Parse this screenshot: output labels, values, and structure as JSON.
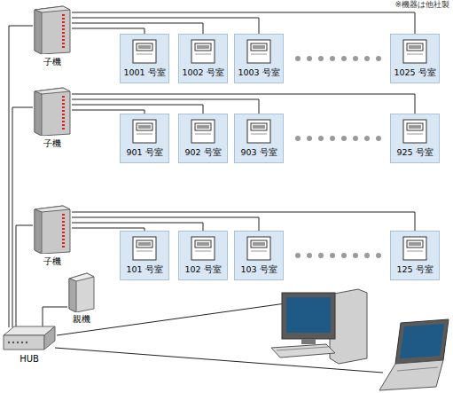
{
  "diagram": {
    "nodes": [
      {
        "text": [
          "子機"
        ]
      },
      {
        "text": [
          "1001 号室"
        ]
      },
      {
        "text": [
          "1002 号室"
        ]
      },
      {
        "text": [
          "1003 号室"
        ]
      },
      {
        "text": [
          "1025 号室"
        ]
      },
      {
        "text": [
          "子機"
        ]
      },
      {
        "text": [
          "901 号室"
        ]
      },
      {
        "text": [
          "902 号室"
        ]
      },
      {
        "text": [
          "903 号室"
        ]
      },
      {
        "text": [
          "925 号室"
        ]
      },
      {
        "text": [
          "子機"
        ]
      },
      {
        "text": [
          "101 号室"
        ]
      },
      {
        "text": [
          "102 号室"
        ]
      },
      {
        "text": [
          "103 号室"
        ]
      },
      {
        "text": [
          "125 号室"
        ]
      },
      {
        "text": [
          "親機"
        ]
      },
      {
        "text": [
          "HUB"
        ]
      }
    ],
    "edges": [
      {
        "from": 0,
        "to": 1,
        "arrow": "none"
      },
      {
        "from": 0,
        "to": 2,
        "arrow": "none"
      },
      {
        "from": 0,
        "to": 3,
        "arrow": "none"
      },
      {
        "from": 0,
        "to": 4,
        "arrow": "none"
      },
      {
        "from": 0,
        "to": 16,
        "arrow": "none"
      },
      {
        "from": 5,
        "to": 6,
        "arrow": "none"
      },
      {
        "from": 5,
        "to": 7,
        "arrow": "none"
      },
      {
        "from": 5,
        "to": 8,
        "arrow": "none"
      },
      {
        "from": 5,
        "to": 9,
        "arrow": "none"
      },
      {
        "from": 5,
        "to": 16,
        "arrow": "none"
      },
      {
        "from": 10,
        "to": 11,
        "arrow": "none"
      },
      {
        "from": 10,
        "to": 12,
        "arrow": "none"
      },
      {
        "from": 10,
        "to": 13,
        "arrow": "none"
      },
      {
        "from": 10,
        "to": 14,
        "arrow": "none"
      },
      {
        "from": 10,
        "to": 16,
        "arrow": "none"
      },
      {
        "from": 15,
        "to": 16,
        "arrow": "none"
      }
    ],
    "labels": [
      "※機器は他社製"
    ]
  }
}
